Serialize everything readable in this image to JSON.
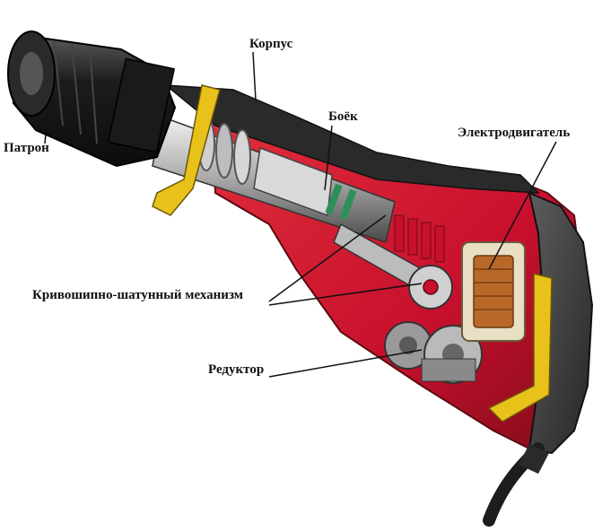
{
  "labels": {
    "korpus": "Корпус",
    "boek": "Боёк",
    "patron": "Патрон",
    "motor": "Электродвигатель",
    "crank": "Кривошипно-шатунный механизм",
    "reductor": "Редуктор"
  },
  "colors": {
    "body_red": "#c8102e",
    "dark_red": "#8e0e1e",
    "frame_yellow": "#e8c21a",
    "gray_dark": "#2b2b2b",
    "gray_mid": "#6e6e6e",
    "copper": "#b8692a",
    "background": "#ffffff"
  }
}
